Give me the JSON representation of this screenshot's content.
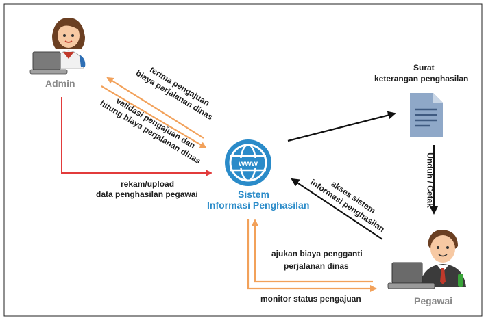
{
  "actors": {
    "admin": "Admin",
    "pegawai": "Pegawai"
  },
  "system": {
    "name_line1": "Sistem",
    "name_line2": "Informasi Penghasilan",
    "icon_text": "www"
  },
  "document": {
    "line1": "Surat",
    "line2": "keterangan penghasilan"
  },
  "flows": {
    "terima": [
      "terima pengajuan",
      "biaya perjalanan dinas"
    ],
    "validasi": [
      "validasi pengajuan dan",
      "hitung biaya perjalanan dinas"
    ],
    "rekam": [
      "rekam/upload",
      "data penghasilan pegawai"
    ],
    "unduh": "Unduh / Cetak",
    "akses": [
      "akses sistem",
      "informasi penghasilan"
    ],
    "ajukan": [
      "ajukan biaya pengganti",
      "perjalanan dinas"
    ],
    "monitor": "monitor status pengajuan"
  },
  "colors": {
    "red": "#e23b3b",
    "orange": "#f2a15a",
    "black": "#111111",
    "blue": "#2a8bc9",
    "doc": "#8fa8c8"
  }
}
